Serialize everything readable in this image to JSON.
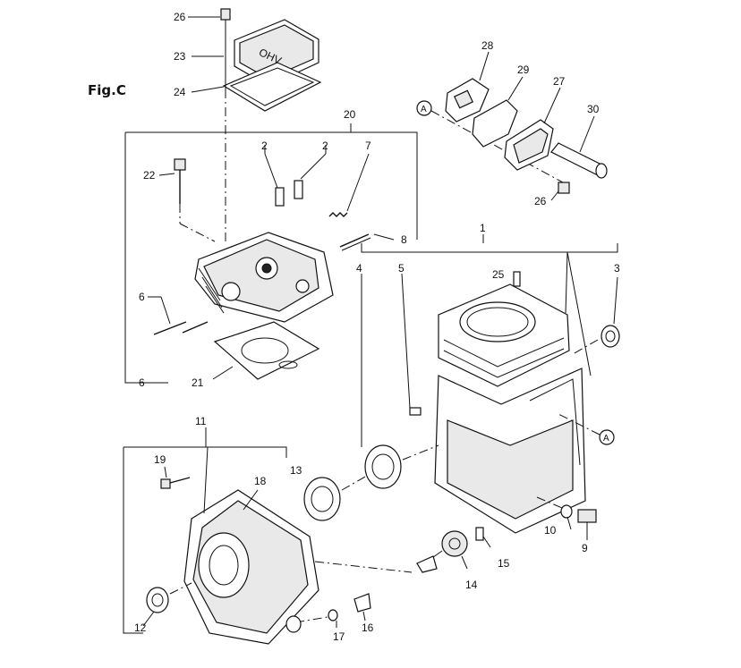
{
  "figure_label": "Fig.C",
  "parts": {
    "p1": "1",
    "p2a": "2",
    "p2b": "2",
    "p3": "3",
    "p4": "4",
    "p5": "5",
    "p6a": "6",
    "p6b": "6",
    "p7": "7",
    "p8": "8",
    "p9": "9",
    "p10": "10",
    "p11": "11",
    "p12": "12",
    "p13": "13",
    "p14": "14",
    "p15": "15",
    "p16": "16",
    "p17": "17",
    "p18": "18",
    "p19": "19",
    "p20": "20",
    "p21": "21",
    "p22": "22",
    "p23": "23",
    "p24": "24",
    "p25": "25",
    "p26a": "26",
    "p26b": "26",
    "p27": "27",
    "p28": "28",
    "p29": "29",
    "p30": "30"
  },
  "ref_marker": "A",
  "cover_text": "OHV"
}
